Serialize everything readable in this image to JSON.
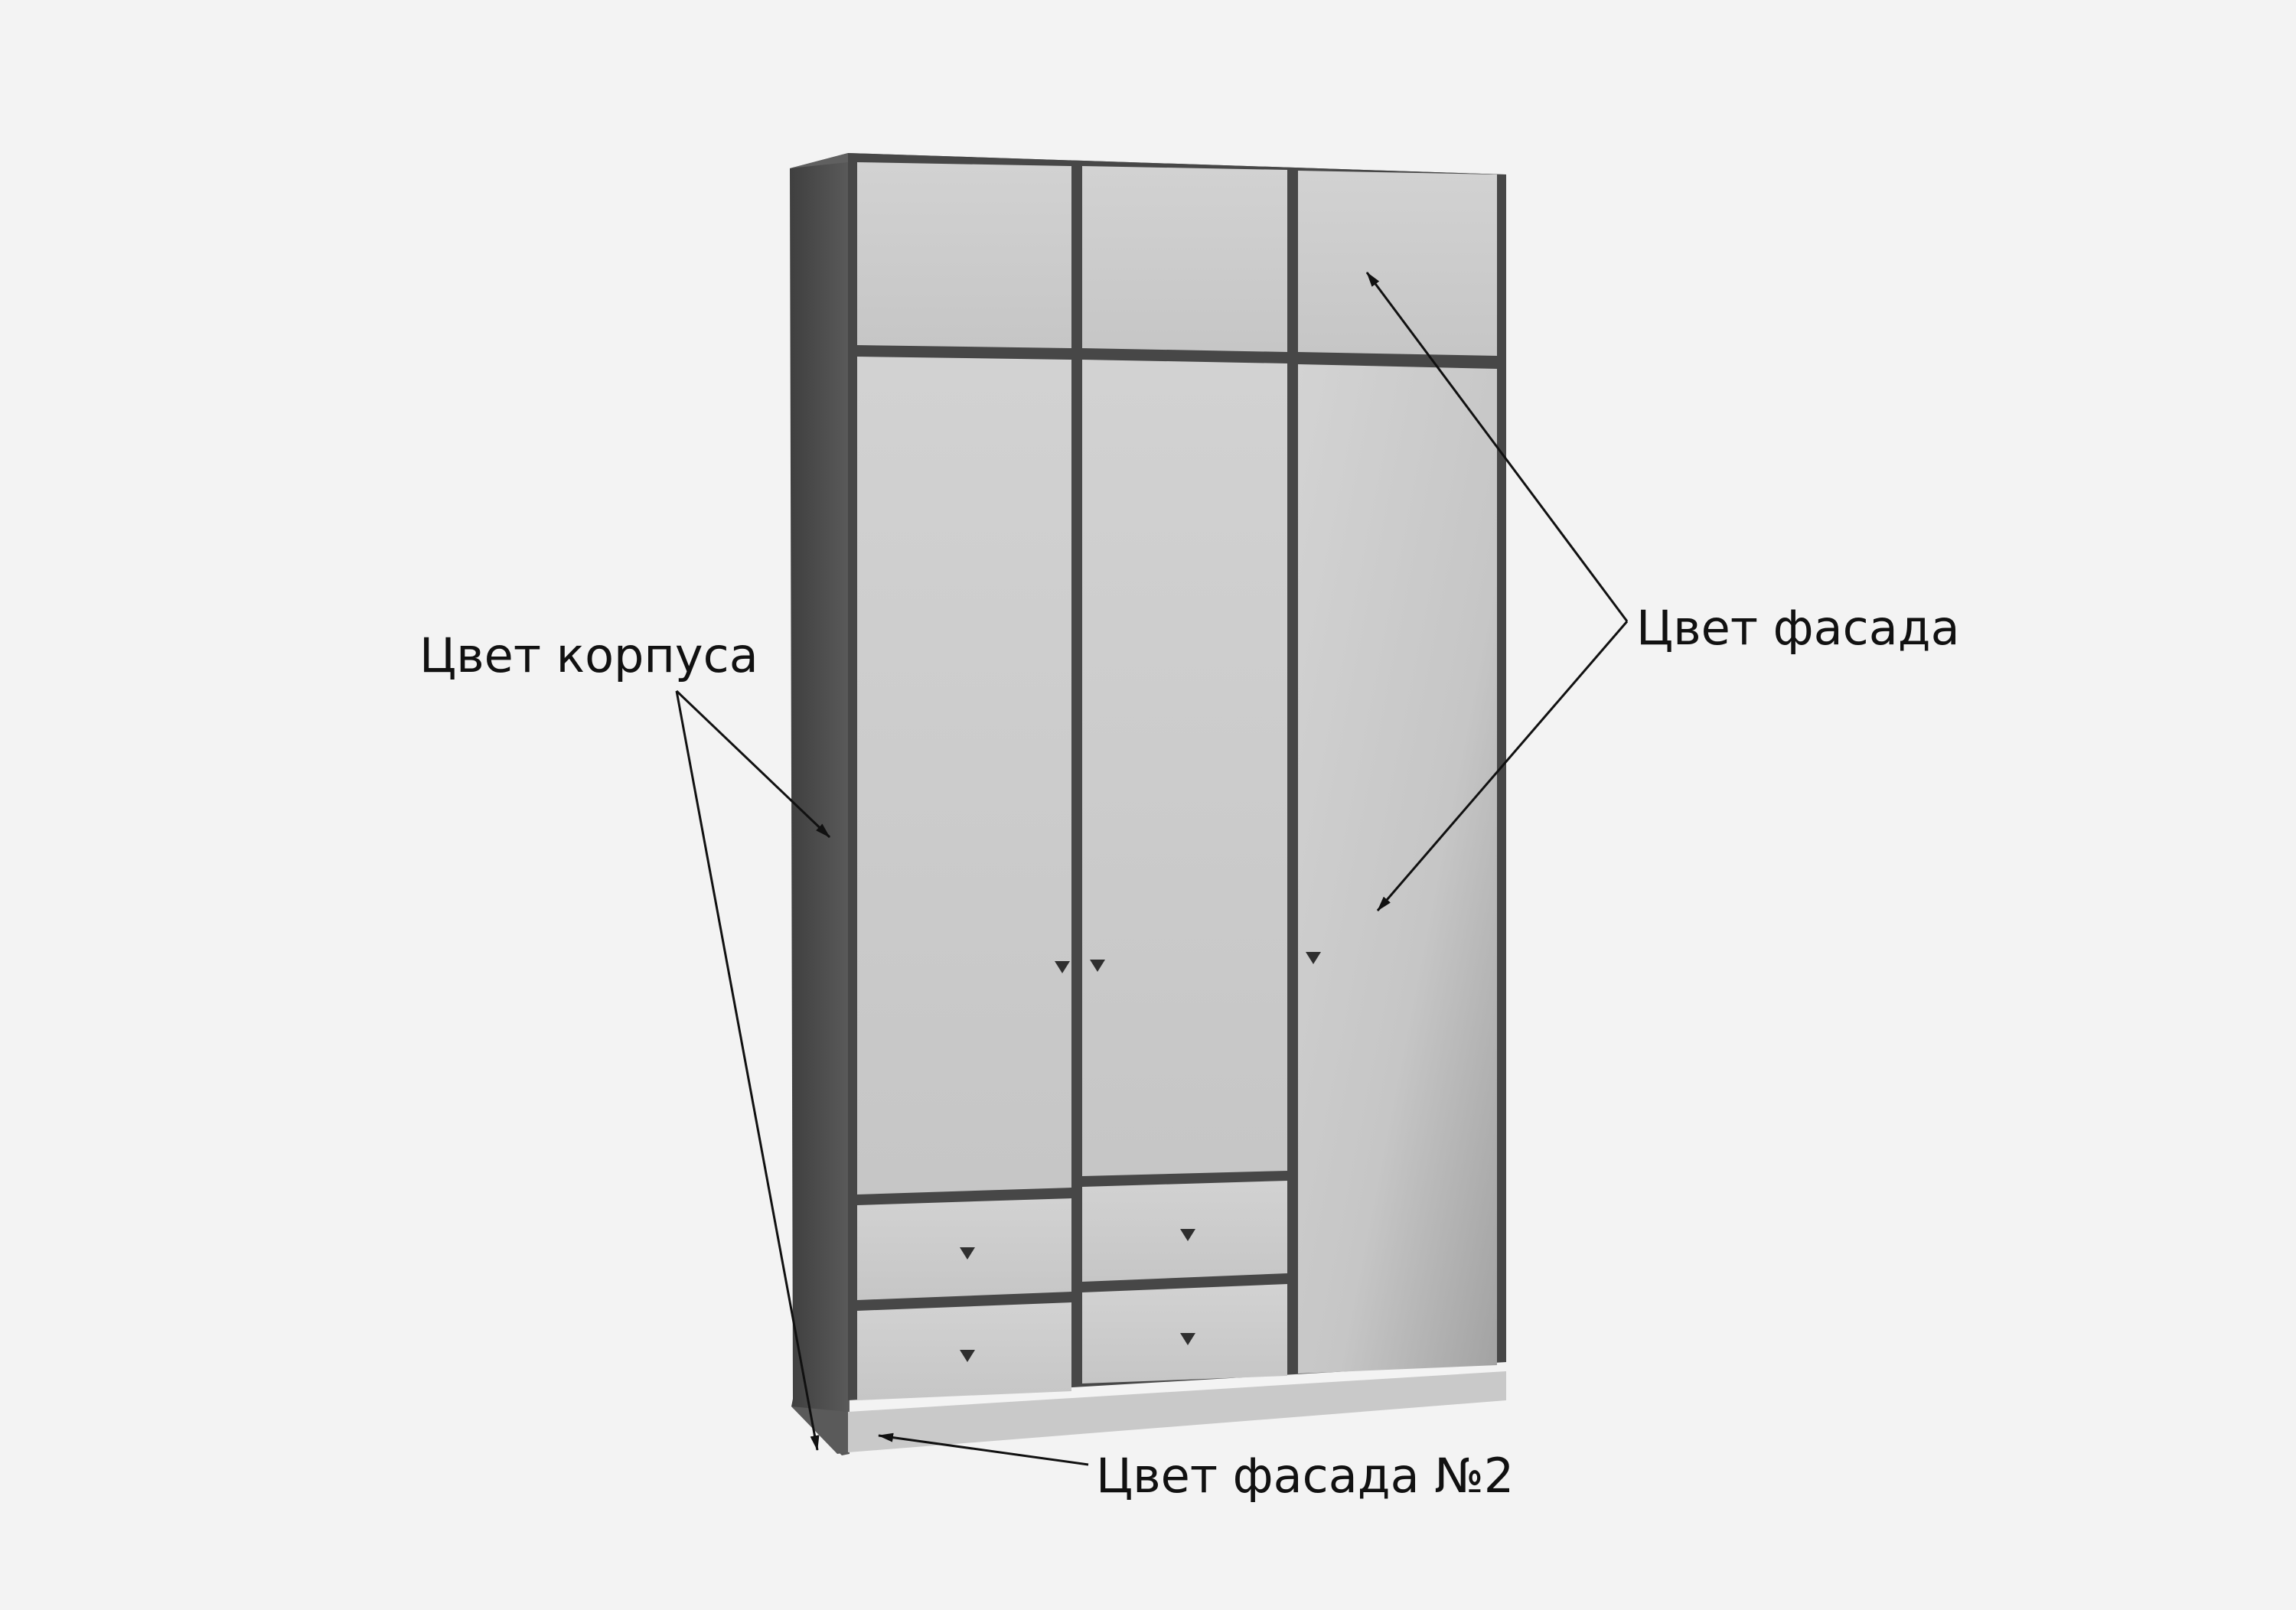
{
  "labels": {
    "body_color": "Цвет корпуса",
    "front_color": "Цвет фасада",
    "front_color_2": "Цвет фасада №2"
  },
  "colors": {
    "background": "#f3f3f3",
    "body": "#505050",
    "facade": "#cfcfcf",
    "facade_2": "#c8c8c8",
    "handle": "#2f2f2f",
    "arrow": "#111111"
  },
  "wardrobe": {
    "columns": 3,
    "top_compartments": 3,
    "left_doors": 2,
    "drawers": 4,
    "handles": 7
  }
}
